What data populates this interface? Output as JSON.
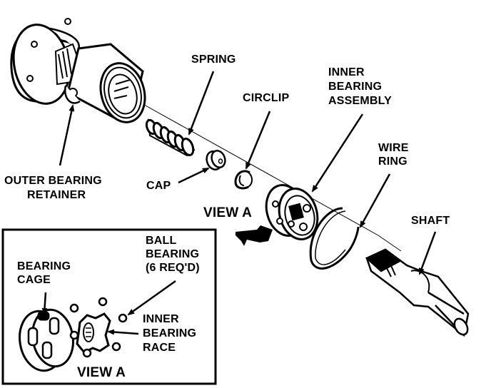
{
  "diagram": {
    "type": "exploded-parts-view",
    "ink_color": "#000000",
    "background_color": "#ffffff",
    "labels": {
      "spring": "SPRING",
      "circlip": "CIRCLIP",
      "inner_bearing_assembly": [
        "INNER",
        "BEARING",
        "ASSEMBLY"
      ],
      "wire_ring": [
        "WIRE",
        "RING"
      ],
      "shaft": "SHAFT",
      "outer_bearing_retainer": [
        "OUTER BEARING",
        "RETAINER"
      ],
      "cap": "CAP",
      "view_a_callout": "VIEW A"
    },
    "inset": {
      "title": "VIEW A",
      "labels": {
        "ball_bearing": [
          "BALL",
          "BEARING",
          "(6 REQ'D)"
        ],
        "bearing_cage": [
          "BEARING",
          "CAGE"
        ],
        "inner_bearing_race": [
          "INNER",
          "BEARING",
          "RACE"
        ]
      },
      "ball_count": 6
    }
  }
}
